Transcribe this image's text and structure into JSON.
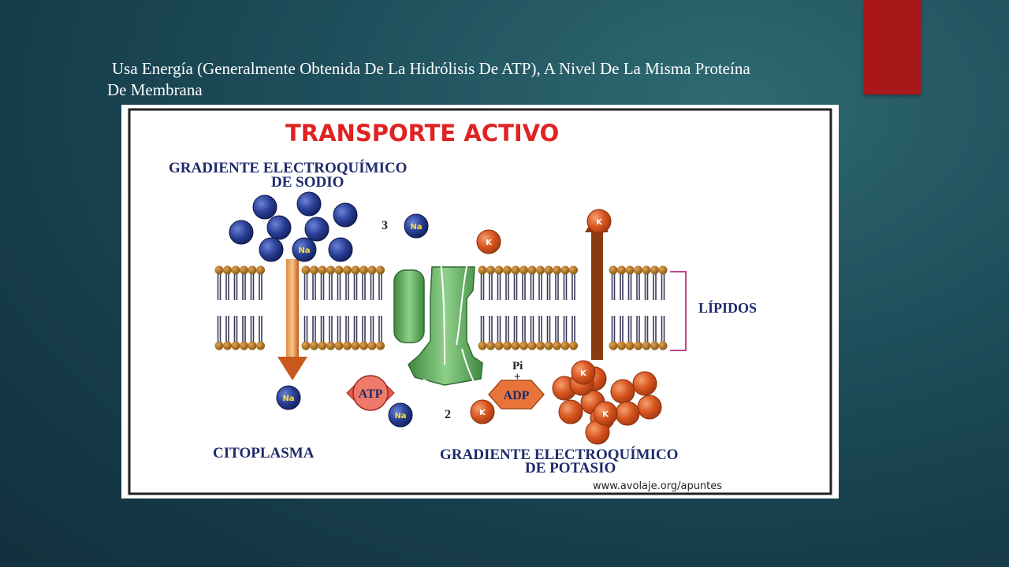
{
  "slide": {
    "text_line1": "Usa Energía (Generalmente Obtenida De La Hidrólisis De ATP), A Nivel De La Misma Proteína",
    "text_line2": "De Membrana",
    "accent_color": "#a8171a"
  },
  "diagram": {
    "title": "TRANSPORTE ACTIVO",
    "sodium_gradient_line1": "GRADIENTE ELECTROQUÍMICO",
    "sodium_gradient_line2": "DE SODIO",
    "lipids_label": "LÍPIDOS",
    "cytoplasm_label": "CITOPLASMA",
    "potassium_gradient_line1": "GRADIENTE ELECTROQUÍMICO",
    "potassium_gradient_line2": "DE POTASIO",
    "sodium_count": "3",
    "potassium_count": "2",
    "na_label": "Na",
    "k_label": "K",
    "atp_label": "ATP",
    "adp_label": "ADP",
    "pi_label": "Pi",
    "plus_sign": "+",
    "source_url": "www.avolaje.org/apuntes",
    "colors": {
      "title": "#e02222",
      "sodium_ion": "#1e2f7a",
      "potassium_ion": "#d24a1c",
      "protein": "#4f9a4a",
      "arrow": "#c8581c",
      "text": "#1d2a6b"
    }
  }
}
